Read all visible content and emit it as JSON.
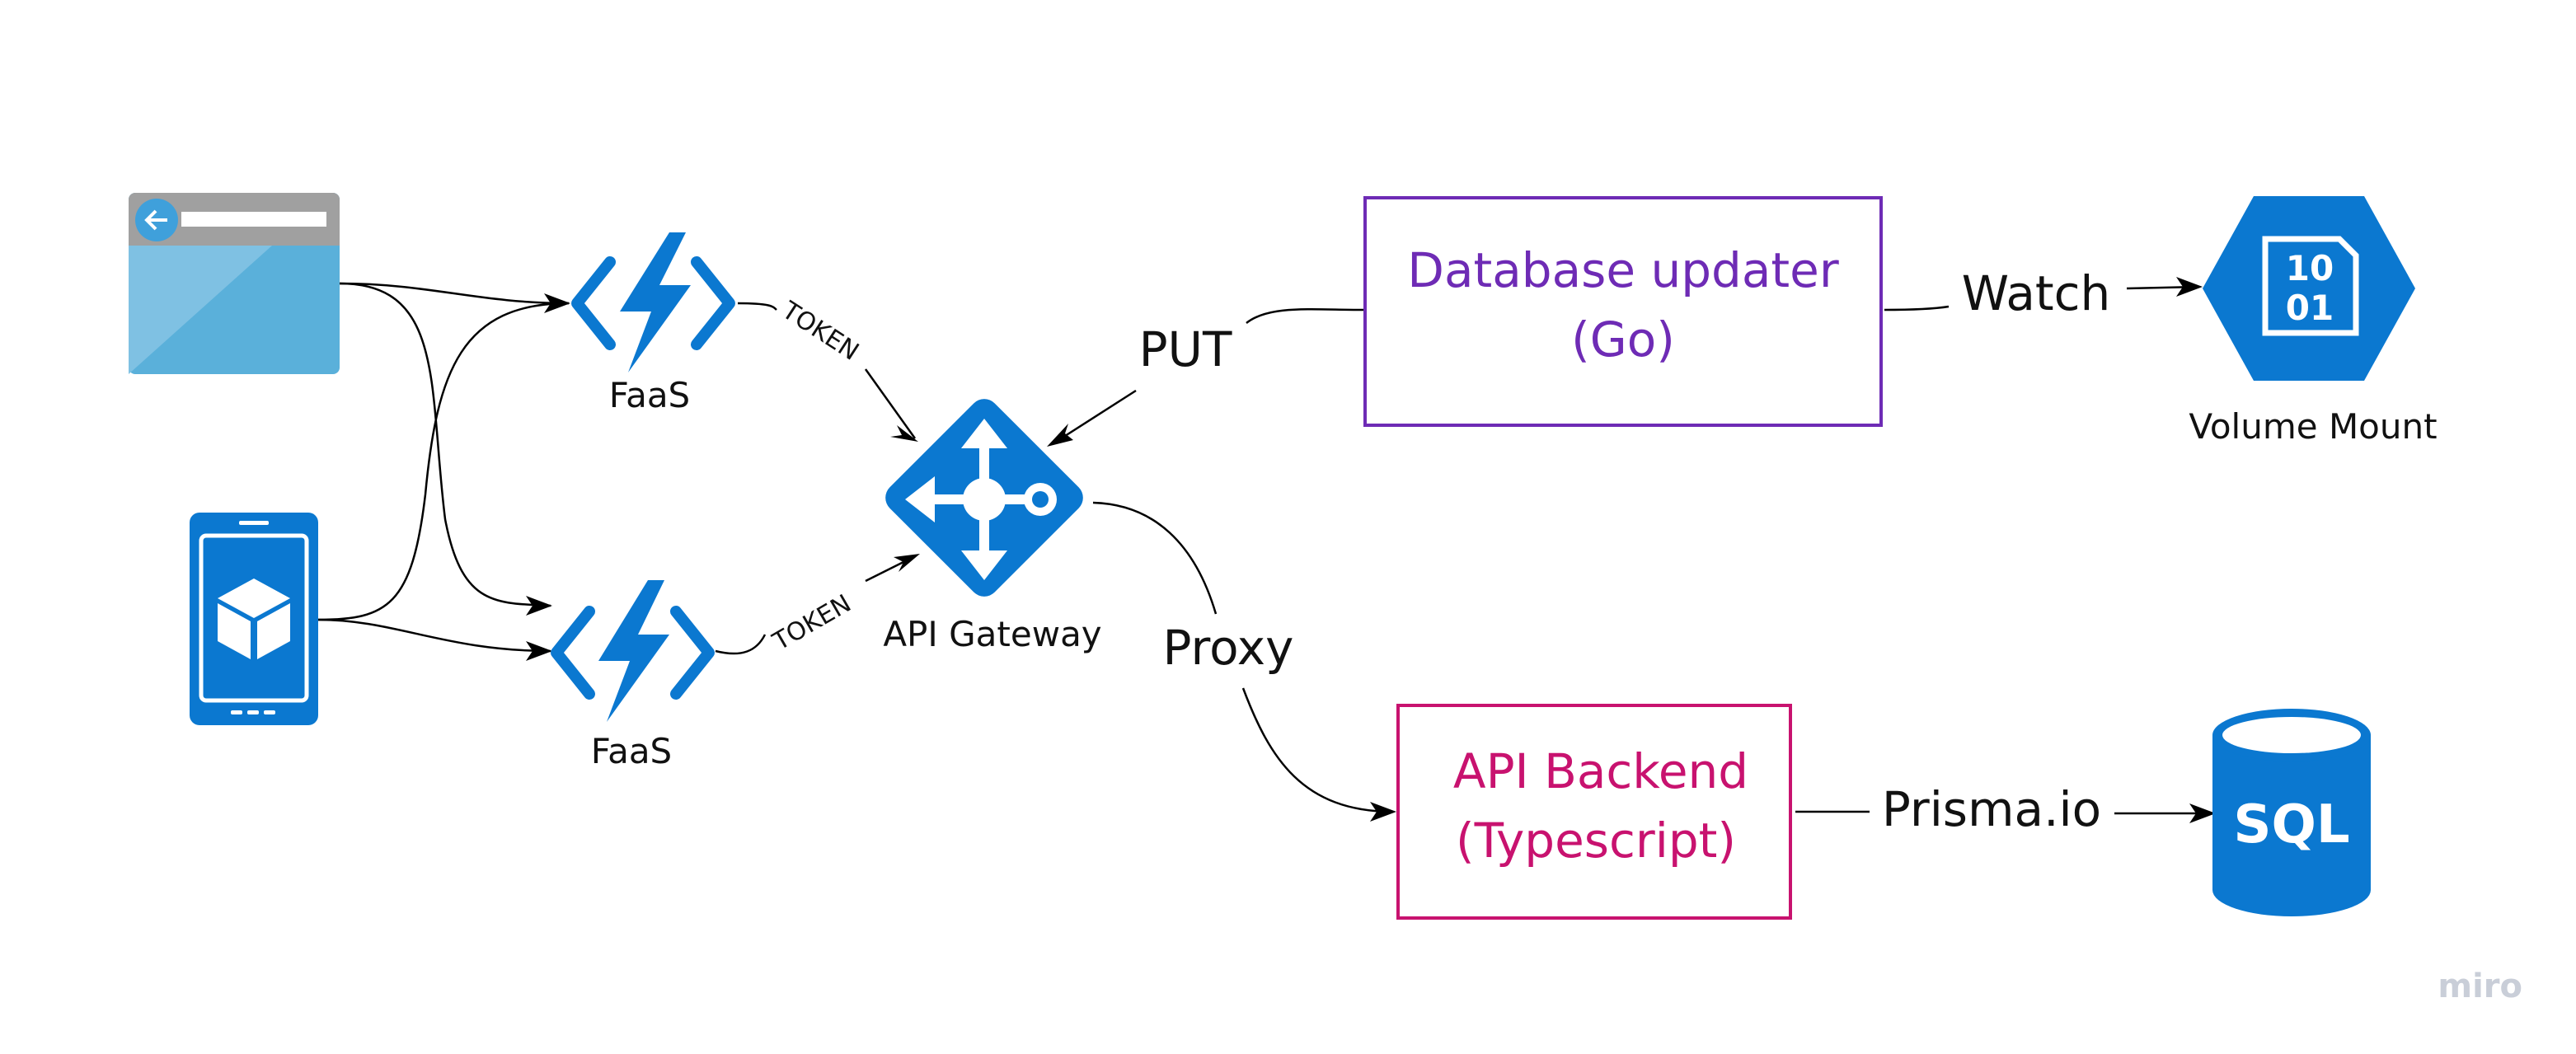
{
  "nodes": {
    "faas_top_label": "FaaS",
    "faas_bottom_label": "FaaS",
    "api_gateway_label": "API Gateway",
    "volume_mount_label": "Volume Mount",
    "volume_icon_line1": "10",
    "volume_icon_line2": "01",
    "sql_icon_text": "SQL",
    "database_updater": {
      "line1": "Database updater",
      "line2": "(Go)"
    },
    "api_backend": {
      "line1": "API Backend",
      "line2": "(Typescript)"
    }
  },
  "edges": {
    "token_top": "TOKEN",
    "token_bottom": "TOKEN",
    "put": "PUT",
    "proxy": "Proxy",
    "watch": "Watch",
    "prisma": "Prisma.io"
  },
  "watermark": "miro",
  "colors": {
    "azure_blue": "#0B78D0",
    "browser_light": "#7FC1E3",
    "browser_dark": "#5AB0DA",
    "browser_bar": "#A0A0A0",
    "db_updater_purple": "#6E2BB5",
    "api_backend_magenta": "#C8126F"
  }
}
